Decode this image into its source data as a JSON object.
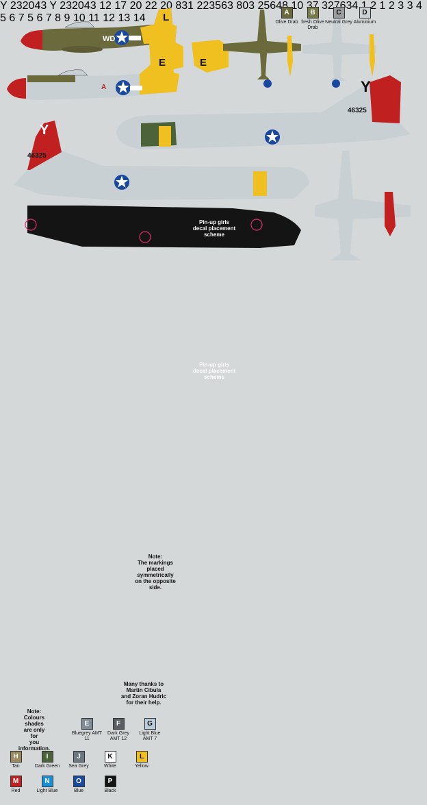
{
  "callouts": {
    "n1": "1",
    "n2": "2",
    "n3": "3",
    "n4": "4",
    "n5": "5",
    "n6": "6",
    "n7": "7",
    "n8": "8",
    "n9": "9",
    "n10": "10",
    "n11": "11",
    "n12": "12",
    "n13": "13",
    "n14": "14"
  },
  "codes": {
    "wd": "WD",
    "l": "L",
    "e": "E",
    "a": "A",
    "y": "Y",
    "tail_b17_1": "46325",
    "tail_b17_2": "232043",
    "n12": "12",
    "n17": "17",
    "n20": "20",
    "n22": "22",
    "n831": "831",
    "n803": "803",
    "n10": "10",
    "n37": "37",
    "c223563": "223563",
    "c25648": "25648",
    "c327634": "327634"
  },
  "pinup": {
    "line1": "Pin-up girls",
    "line2": "decal placement",
    "line3": "scheme"
  },
  "notes": {
    "symmetric": [
      "Note:",
      "The markings",
      "placed",
      "symmetrically",
      "on the opposite",
      "side."
    ],
    "thanks": [
      "Many thanks to",
      "Martin Cibula",
      "and Zoran Hudric",
      "for their help."
    ],
    "colours": [
      "Note:",
      "Colours",
      "shades",
      "are only",
      "for",
      "you",
      "information."
    ]
  },
  "palette": [
    {
      "key": "A",
      "name": "Olive Drab",
      "color": "#6b6a3c"
    },
    {
      "key": "B",
      "name": "fresh Olive Drab",
      "color": "#7a7a48"
    },
    {
      "key": "C",
      "name": "Neutral Grey",
      "color": "#9a9c9c"
    },
    {
      "key": "D",
      "name": "Aluminium",
      "color": "#c8d0d4"
    },
    {
      "key": "E",
      "name": "Bluegrey AMT 11",
      "color": "#7e8c98"
    },
    {
      "key": "F",
      "name": "Dark Grey AMT 12",
      "color": "#5a5e62"
    },
    {
      "key": "G",
      "name": "Light Blue AMT 7",
      "color": "#b8ccdc"
    },
    {
      "key": "H",
      "name": "Tan",
      "color": "#9c8a5c"
    },
    {
      "key": "I",
      "name": "Dark Green",
      "color": "#4c6238"
    },
    {
      "key": "J",
      "name": "Sea Grey",
      "color": "#6c7880"
    },
    {
      "key": "K",
      "name": "White",
      "color": "#ffffff"
    },
    {
      "key": "L",
      "name": "Yellow",
      "color": "#f0c020"
    },
    {
      "key": "M",
      "name": "Red",
      "color": "#c02020"
    },
    {
      "key": "N",
      "name": "Light Blue",
      "color": "#1890d8"
    },
    {
      "key": "O",
      "name": "Blue",
      "color": "#1848a0"
    },
    {
      "key": "P",
      "name": "Black",
      "color": "#141414"
    }
  ],
  "colors": {
    "background": "#d4d8d8",
    "olive": "#6b6a3c",
    "aluminium": "#c8d0d4",
    "yellow": "#f0c020",
    "red": "#c02020",
    "black": "#141414",
    "green": "#4c6238",
    "tan": "#9c8a5c",
    "seagrey": "#6c7880",
    "lightblue": "#b8ccdc",
    "callout": "#d81e3c",
    "lead": "#e0306a"
  }
}
